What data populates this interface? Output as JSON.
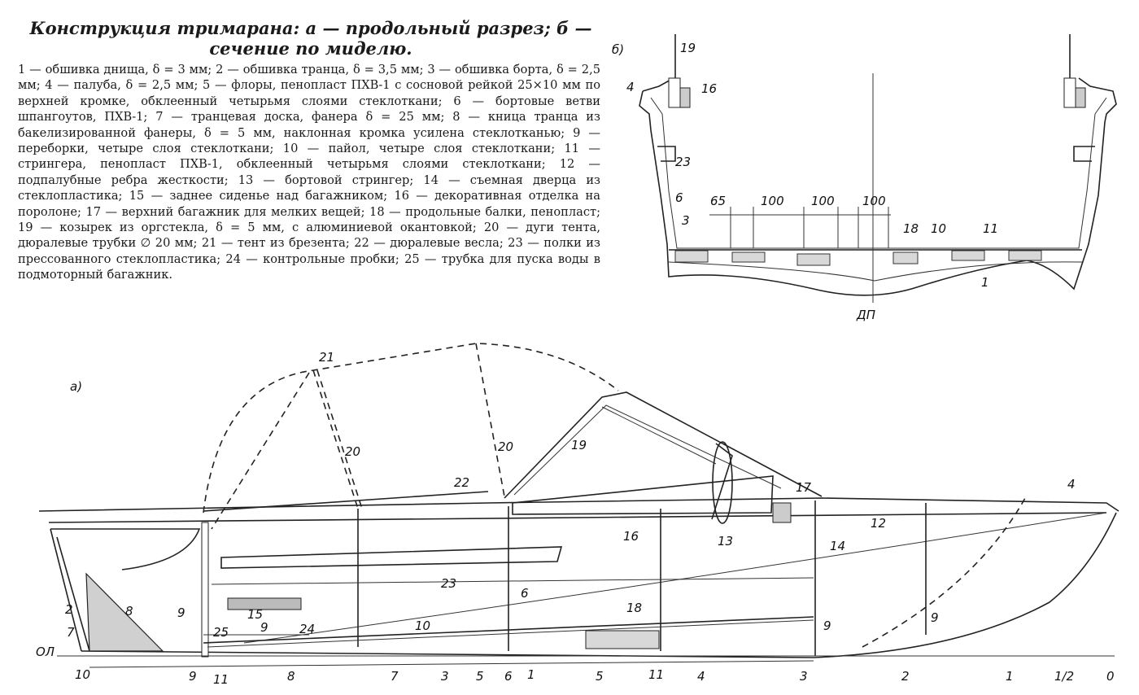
{
  "title": "Конструкция тримарана: а — продольный разрез; б — сечение по миделю.",
  "caption": "1 — обшивка днища, δ = 3 мм; 2 — обшивка транца, δ = 3,5 мм; 3 — обшивка борта, δ = 2,5 мм; 4 — палуба, δ = 2,5 мм; 5 — флоры, пенопласт ПХВ-1 с сосновой рейкой 25×10 мм по верхней кромке, обклеенный четырьмя слоями стеклоткани; 6 — бортовые ветви шпангоутов, ПХВ-1; 7 — транцевая доска, фанера δ = 25 мм; 8 — кница транца из бакелизированной фанеры, δ = 5 мм, наклонная кромка усилена стеклотканью; 9 — переборки, четыре слоя стеклоткани; 10 — пайол, четыре слоя стеклоткани; 11 — стрингера, пенопласт ПХВ-1, обклеенный четырьмя слоями стеклоткани; 12 — подпалубные ребра жесткости; 13 — бортовой стрингер; 14 — съемная дверца из стеклопластика; 15 — заднее сиденье над багажником; 16 — декоративная отделка на поролоне; 17 — верхний багажник для мелких вещей; 18 — продольные балки, пенопласт; 19 — козырек из оргстекла, δ = 5 мм, с алюминиевой окантовкой; 20 — дуги тента, дюралевые трубки ∅ 20 мм; 21 — тент из брезента; 22 — дюралевые весла; 23 — полки из прессованного стеклопластика; 24 — контрольные пробки; 25 — трубка для пуска воды в подмоторный багажник.",
  "section_b": {
    "panel_label": "б)",
    "callouts": [
      "19",
      "4",
      "16",
      "23",
      "6",
      "3",
      "18",
      "10",
      "11",
      "1"
    ],
    "dimensions": [
      "65",
      "100",
      "100",
      "100"
    ],
    "centerline_label": "ДП"
  },
  "section_a": {
    "panel_label": "а)",
    "callouts": [
      "21",
      "20",
      "20",
      "19",
      "22",
      "17",
      "4",
      "12",
      "16",
      "13",
      "14",
      "23",
      "6",
      "2",
      "8",
      "7",
      "9",
      "15",
      "9",
      "24",
      "25",
      "10",
      "18",
      "9",
      "9",
      "3",
      "5",
      "1",
      "11",
      "10",
      "9",
      "11"
    ],
    "baseline_label": "ОЛ",
    "stations": [
      "8",
      "7",
      "6",
      "5",
      "4",
      "3",
      "2",
      "1",
      "1/2",
      "0"
    ]
  }
}
